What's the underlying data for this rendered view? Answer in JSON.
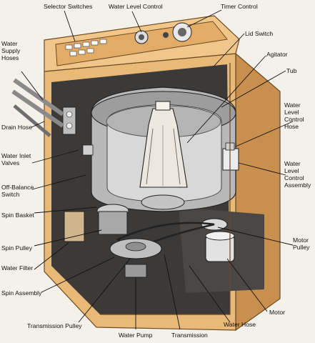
{
  "labels": {
    "selector_switches": "Selector Switches",
    "water_level_control": "Water Level Control",
    "timer_control": "Timer Control",
    "lid_switch": "Lid Switch",
    "agitator": "Agitator",
    "tub": "Tub",
    "water_supply_hoses": "Water Supply Hoses",
    "drain_hose": "Drain Hose",
    "water_level_control_hose": "Water Level Control Hose",
    "water_inlet_valves": "Water Inlet Valves",
    "off_balance_switch": "Off-Balance Switch",
    "water_level_control_assembly": "Water Level Control Assembly",
    "spin_basket": "Spin Basket",
    "spin_pulley": "Spin Pulley",
    "motor_pulley": "Motor Pulley",
    "water_filter": "Water Filter",
    "spin_assembly": "Spin Assembly",
    "motor": "Motor",
    "water_hose": "Water Hose",
    "transmission_pulley": "Transmission Pulley",
    "water_pump": "Water Pump",
    "transmission": "Transmission"
  },
  "colors": {
    "cabinet": "#e9b978",
    "cabinet_dark": "#c98f4f",
    "interior": "#3c3a38",
    "metal": "#cfcfcf",
    "metal_dark": "#8e8e8e",
    "agitator": "#ece8df",
    "line": "#111111"
  }
}
